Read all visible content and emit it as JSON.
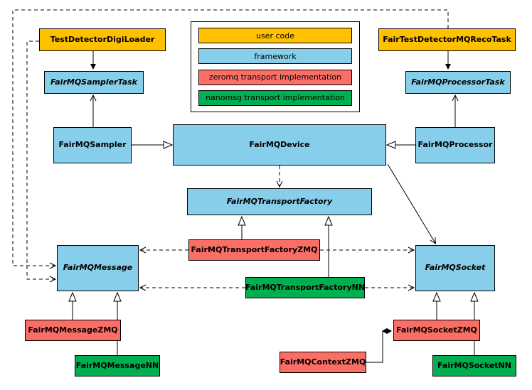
{
  "palette": {
    "user_code": "#FFC000",
    "framework": "#87CEEB",
    "zeromq": "#FA6E66",
    "nanomsg": "#00B050"
  },
  "legend": {
    "items": [
      {
        "label": "user code",
        "category": "user_code"
      },
      {
        "label": "framework",
        "category": "framework"
      },
      {
        "label": "zeromq transport implementation",
        "category": "zeromq"
      },
      {
        "label": "nanomsg transport implementation",
        "category": "nanomsg"
      }
    ]
  },
  "nodes": {
    "testDetectorDigiLoader": {
      "label": "TestDetectorDigiLoader",
      "category": "user_code",
      "abstract": false
    },
    "fairTestDetectorMQRecoTask": {
      "label": "FairTestDetectorMQRecoTask",
      "category": "user_code",
      "abstract": false
    },
    "fairMQSamplerTask": {
      "label": "FairMQSamplerTask",
      "category": "framework",
      "abstract": true
    },
    "fairMQProcessorTask": {
      "label": "FairMQProcessorTask",
      "category": "framework",
      "abstract": true
    },
    "fairMQSampler": {
      "label": "FairMQSampler",
      "category": "framework",
      "abstract": false
    },
    "fairMQDevice": {
      "label": "FairMQDevice",
      "category": "framework",
      "abstract": false
    },
    "fairMQProcessor": {
      "label": "FairMQProcessor",
      "category": "framework",
      "abstract": false
    },
    "fairMQTransportFactory": {
      "label": "FairMQTransportFactory",
      "category": "framework",
      "abstract": true
    },
    "fairMQTransportFactoryZMQ": {
      "label": "FairMQTransportFactoryZMQ",
      "category": "zeromq",
      "abstract": false
    },
    "fairMQTransportFactoryNN": {
      "label": "FairMQTransportFactoryNN",
      "category": "nanomsg",
      "abstract": false
    },
    "fairMQMessage": {
      "label": "FairMQMessage",
      "category": "framework",
      "abstract": true
    },
    "fairMQSocket": {
      "label": "FairMQSocket",
      "category": "framework",
      "abstract": true
    },
    "fairMQMessageZMQ": {
      "label": "FairMQMessageZMQ",
      "category": "zeromq",
      "abstract": false
    },
    "fairMQMessageNN": {
      "label": "FairMQMessageNN",
      "category": "nanomsg",
      "abstract": false
    },
    "fairMQContextZMQ": {
      "label": "FairMQContextZMQ",
      "category": "zeromq",
      "abstract": false
    },
    "fairMQSocketZMQ": {
      "label": "FairMQSocketZMQ",
      "category": "zeromq",
      "abstract": false
    },
    "fairMQSocketNN": {
      "label": "FairMQSocketNN",
      "category": "nanomsg",
      "abstract": false
    }
  },
  "edges": [
    {
      "from": "TestDetectorDigiLoader",
      "to": "FairMQSamplerTask",
      "type": "inheritance",
      "style": "solid"
    },
    {
      "from": "FairTestDetectorMQRecoTask",
      "to": "FairMQProcessorTask",
      "type": "inheritance",
      "style": "solid"
    },
    {
      "from": "FairMQSampler",
      "to": "FairMQSamplerTask",
      "type": "association",
      "style": "solid"
    },
    {
      "from": "FairMQProcessor",
      "to": "FairMQProcessorTask",
      "type": "association",
      "style": "solid"
    },
    {
      "from": "FairMQSampler",
      "to": "FairMQDevice",
      "type": "inheritance",
      "style": "solid"
    },
    {
      "from": "FairMQProcessor",
      "to": "FairMQDevice",
      "type": "inheritance",
      "style": "solid"
    },
    {
      "from": "FairMQDevice",
      "to": "FairMQTransportFactory",
      "type": "dependency",
      "style": "dashed"
    },
    {
      "from": "FairMQDevice",
      "to": "FairMQSocket",
      "type": "association",
      "style": "solid"
    },
    {
      "from": "FairMQTransportFactoryZMQ",
      "to": "FairMQTransportFactory",
      "type": "inheritance",
      "style": "solid"
    },
    {
      "from": "FairMQTransportFactoryNN",
      "to": "FairMQTransportFactory",
      "type": "inheritance",
      "style": "solid"
    },
    {
      "from": "FairMQTransportFactoryZMQ",
      "to": "FairMQMessage",
      "type": "dependency",
      "style": "dashed"
    },
    {
      "from": "FairMQTransportFactoryZMQ",
      "to": "FairMQSocket",
      "type": "dependency",
      "style": "dashed"
    },
    {
      "from": "FairMQTransportFactoryNN",
      "to": "FairMQMessage",
      "type": "dependency",
      "style": "dashed"
    },
    {
      "from": "FairMQTransportFactoryNN",
      "to": "FairMQSocket",
      "type": "dependency",
      "style": "dashed"
    },
    {
      "from": "FairMQMessageZMQ",
      "to": "FairMQMessage",
      "type": "inheritance",
      "style": "solid"
    },
    {
      "from": "FairMQMessageNN",
      "to": "FairMQMessage",
      "type": "inheritance",
      "style": "solid"
    },
    {
      "from": "FairMQSocketZMQ",
      "to": "FairMQSocket",
      "type": "inheritance",
      "style": "solid"
    },
    {
      "from": "FairMQSocketNN",
      "to": "FairMQSocket",
      "type": "inheritance",
      "style": "solid"
    },
    {
      "from": "FairMQContextZMQ",
      "to": "FairMQSocketZMQ",
      "type": "composition",
      "style": "solid"
    },
    {
      "from": "TestDetectorDigiLoader",
      "to": "FairMQMessage",
      "type": "dependency",
      "style": "dashed"
    },
    {
      "from": "FairTestDetectorMQRecoTask",
      "to": "FairMQMessage",
      "type": "dependency",
      "style": "dashed"
    }
  ]
}
